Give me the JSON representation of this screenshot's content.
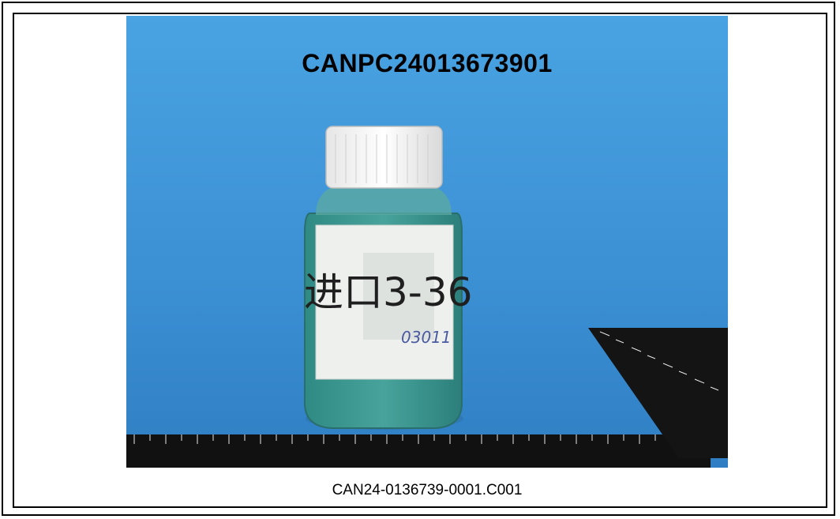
{
  "photo": {
    "title": "CANPC24013673901",
    "label_text": "进口3-36",
    "handwritten_note": "03011"
  },
  "caption": "CAN24-0136739-0001.C001",
  "colors": {
    "background_blue": "#3f95d6",
    "liquid_teal": "#3f9a93",
    "cap_white": "#f4f4f4"
  }
}
